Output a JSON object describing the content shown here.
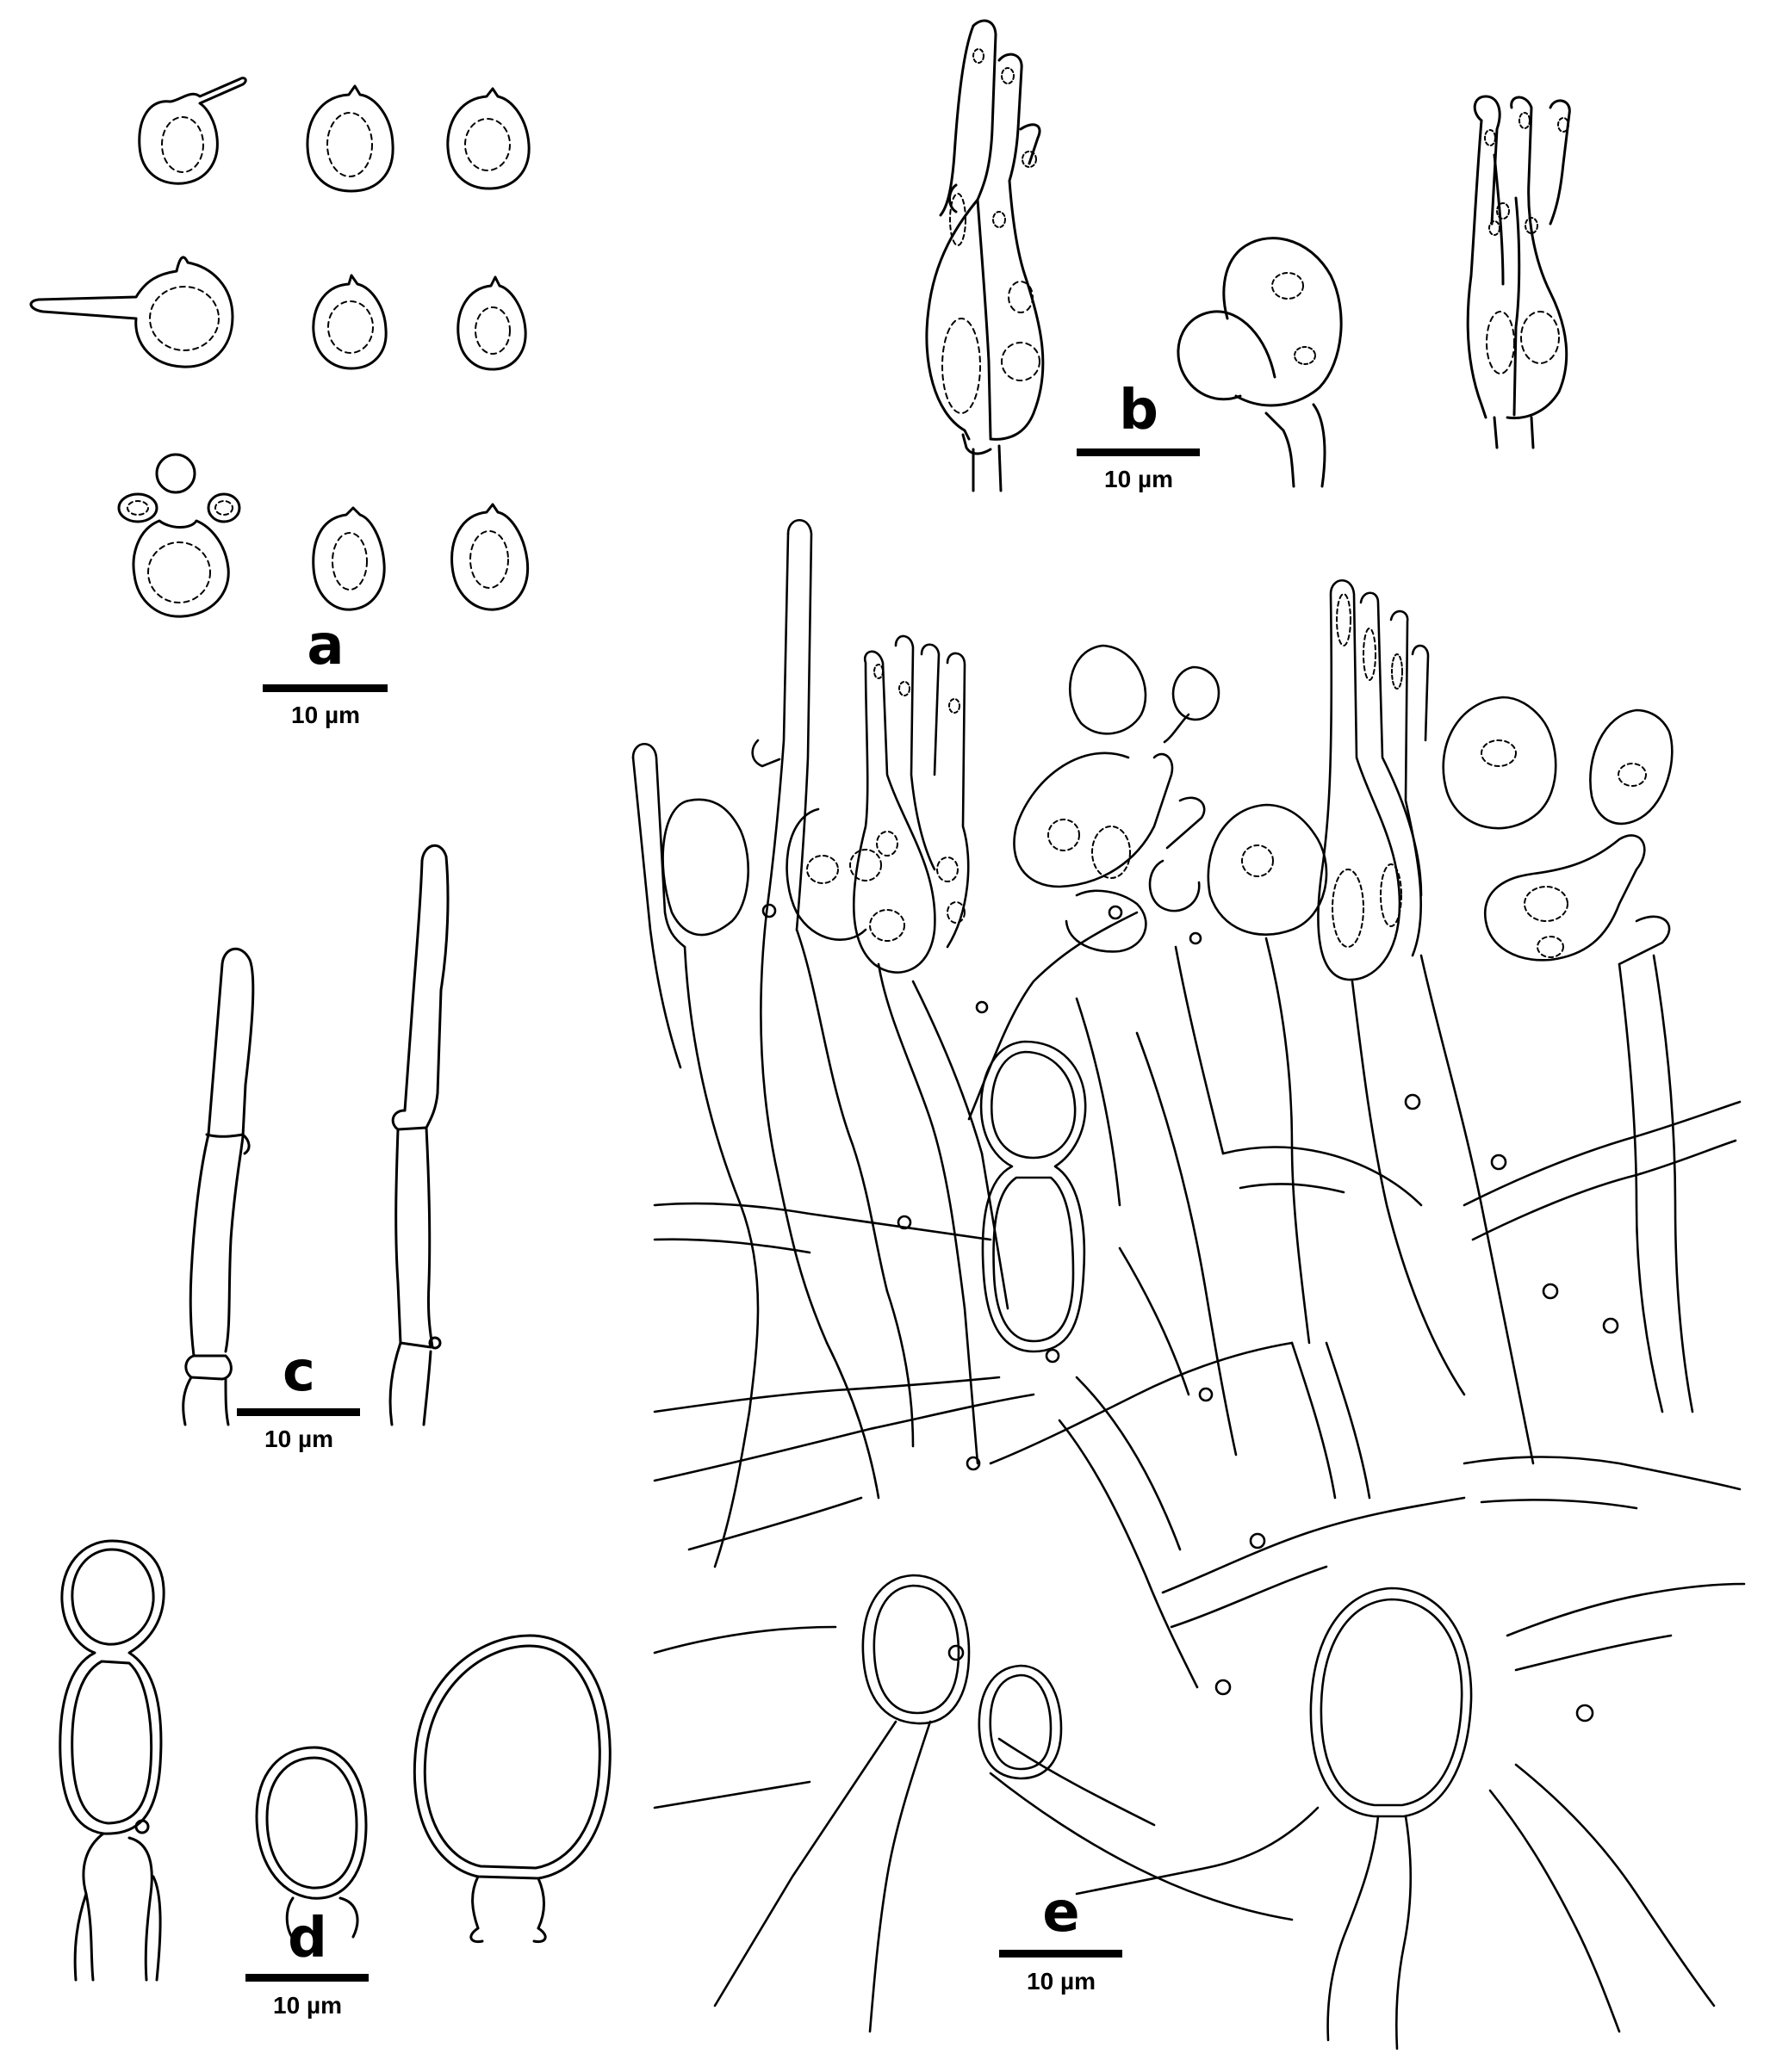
{
  "figure": {
    "panels": [
      {
        "letter": "a",
        "scale": "10 µm"
      },
      {
        "letter": "b",
        "scale": "10 µm"
      },
      {
        "letter": "c",
        "scale": "10 µm"
      },
      {
        "letter": "d",
        "scale": "10 µm"
      },
      {
        "letter": "e",
        "scale": "10 µm"
      }
    ]
  }
}
